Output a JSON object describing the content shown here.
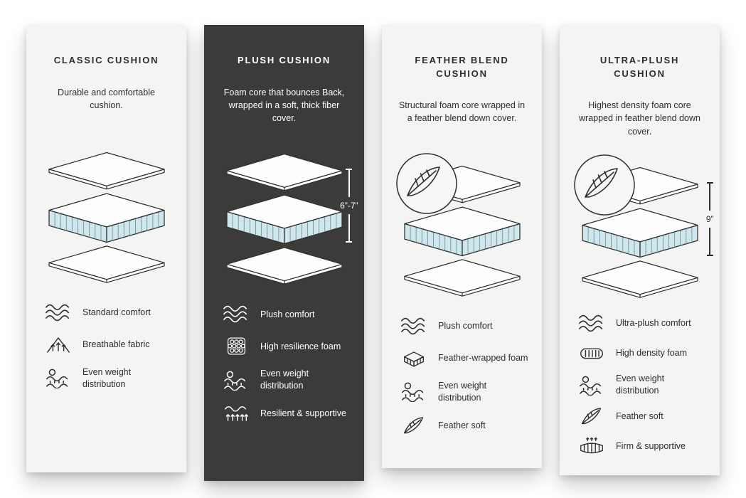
{
  "cards": [
    {
      "title": "CLASSIC CUSHION",
      "description": "Durable and comfortable cushion.",
      "theme": "light",
      "measurement": "",
      "feather_badge": false,
      "features": [
        {
          "icon": "waves-icon",
          "label": "Standard comfort"
        },
        {
          "icon": "breathable-icon",
          "label": "Breathable fabric"
        },
        {
          "icon": "weight-distribution-icon",
          "label": "Even weight distribution"
        }
      ]
    },
    {
      "title": "PLUSH CUSHION",
      "description": "Foam core that bounces Back, wrapped in a soft, thick fiber cover.",
      "theme": "dark",
      "measurement": "6”-7”",
      "feather_badge": false,
      "features": [
        {
          "icon": "waves-icon",
          "label": "Plush comfort"
        },
        {
          "icon": "foam-bubbles-icon",
          "label": "High resilience foam"
        },
        {
          "icon": "weight-distribution-icon",
          "label": "Even weight distribution"
        },
        {
          "icon": "springs-icon",
          "label": "Resilient & supportive"
        }
      ]
    },
    {
      "title": "FEATHER BLEND CUSHION",
      "description": "Structural foam core wrapped in a feather blend down cover.",
      "theme": "light",
      "measurement": "",
      "feather_badge": true,
      "features": [
        {
          "icon": "waves-icon",
          "label": "Plush comfort"
        },
        {
          "icon": "foam-block-icon",
          "label": "Feather-wrapped foam"
        },
        {
          "icon": "weight-distribution-icon",
          "label": "Even weight distribution"
        },
        {
          "icon": "feather-icon",
          "label": "Feather soft"
        }
      ]
    },
    {
      "title": "ULTRA-PLUSH CUSHION",
      "description": "Highest density foam core wrapped in feather blend down cover.",
      "theme": "light",
      "measurement": "9”",
      "feather_badge": true,
      "features": [
        {
          "icon": "waves-icon",
          "label": "Ultra-plush comfort"
        },
        {
          "icon": "density-foam-icon",
          "label": "High density foam"
        },
        {
          "icon": "weight-distribution-icon",
          "label": "Even weight distribution"
        },
        {
          "icon": "feather-icon",
          "label": "Feather soft"
        },
        {
          "icon": "coil-icon",
          "label": "Firm & supportive"
        }
      ]
    }
  ],
  "colors": {
    "card_light": "#f4f4f3",
    "card_dark": "#3b3b3a",
    "foam_fill": "#cfe7ec",
    "outline": "#2f2f2f",
    "text_on_light": "#2e2e2e",
    "text_on_dark": "#ffffff"
  }
}
